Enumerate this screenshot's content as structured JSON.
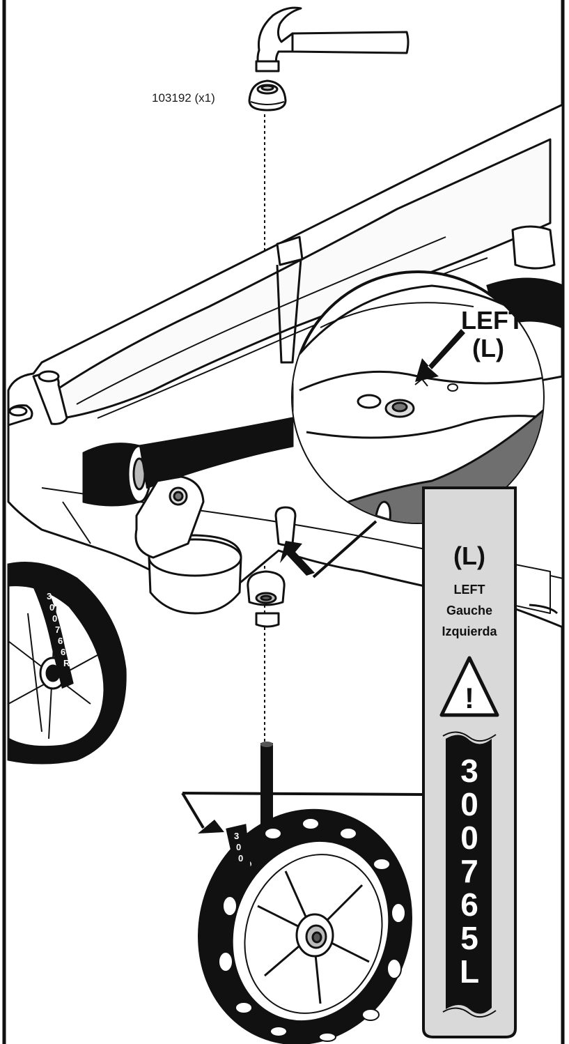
{
  "part": {
    "label": "103192 (x1)"
  },
  "callout": {
    "line1": "LEFT",
    "line2": "(L)"
  },
  "tag": {
    "code": "(L)",
    "lines": [
      "LEFT",
      "Gauche",
      "Izquierda"
    ],
    "warning_symbol": "!",
    "band_chars": [
      "3",
      "0",
      "0",
      "7",
      "6",
      "5",
      "L"
    ]
  },
  "rear_wheel_tag": {
    "chars": [
      "3",
      "0",
      "0",
      "7",
      "6",
      "6",
      "R"
    ]
  },
  "front_wheel_tag": {
    "chars": [
      "3",
      "0",
      "0"
    ]
  },
  "icons": {
    "tool": "hammer-icon",
    "part": "hubcap-icon",
    "warning": "warning-triangle-icon"
  },
  "colors": {
    "line": "#111111",
    "tag_fill": "#d9d9d9",
    "shadow_fill": "#6f6f6f",
    "tire": "#111111"
  }
}
